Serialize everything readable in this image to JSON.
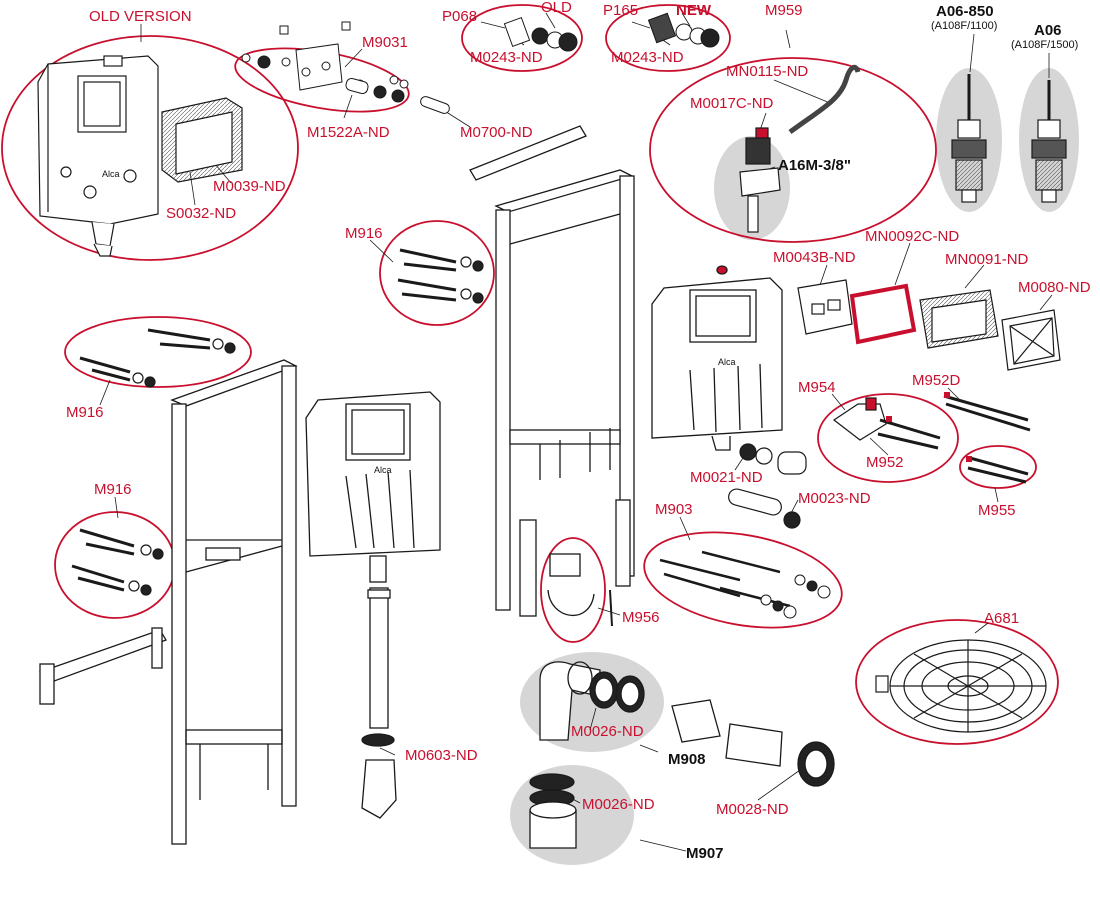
{
  "labels": {
    "old_version": "OLD VERSION",
    "m9031": "M9031",
    "m1522a": "M1522A-ND",
    "m0700": "M0700-ND",
    "m0039": "M0039-ND",
    "s0032": "S0032-ND",
    "p068": "P068",
    "old": "OLD",
    "m0243_old": "M0243-ND",
    "p165": "P165",
    "new": "NEW",
    "m0243_new": "M0243-ND",
    "m959": "M959",
    "mn0115": "MN0115-ND",
    "m0017c": "M0017C-ND",
    "a16m": "A16M-3/8\"",
    "a06_850": "A06-850",
    "a06_850_sub": "(A108F/1100)",
    "a06": "A06",
    "a06_sub": "(A108F/1500)",
    "m916_a": "M916",
    "m916_b": "M916",
    "m916_c": "M916",
    "m0043b": "M0043B-ND",
    "mn0092c": "MN0092C-ND",
    "mn0091": "MN0091-ND",
    "m0080": "M0080-ND",
    "m954": "M954",
    "m952d": "M952D",
    "m952": "M952",
    "m955": "M955",
    "m0021": "M0021-ND",
    "m0023": "M0023-ND",
    "m903": "M903",
    "m956": "M956",
    "a681": "A681",
    "m0026_a": "M0026-ND",
    "m908": "M908",
    "m0028": "M0028-ND",
    "m0026_b": "M0026-ND",
    "m907": "M907",
    "m0603": "M0603-ND",
    "alca_a": "Alca",
    "alca_b": "Alca",
    "alca_c": "Alca"
  },
  "colors": {
    "accent_red": "#c8102e",
    "line": "#1a1a1a",
    "grey_blob": "#d4d4d4"
  }
}
